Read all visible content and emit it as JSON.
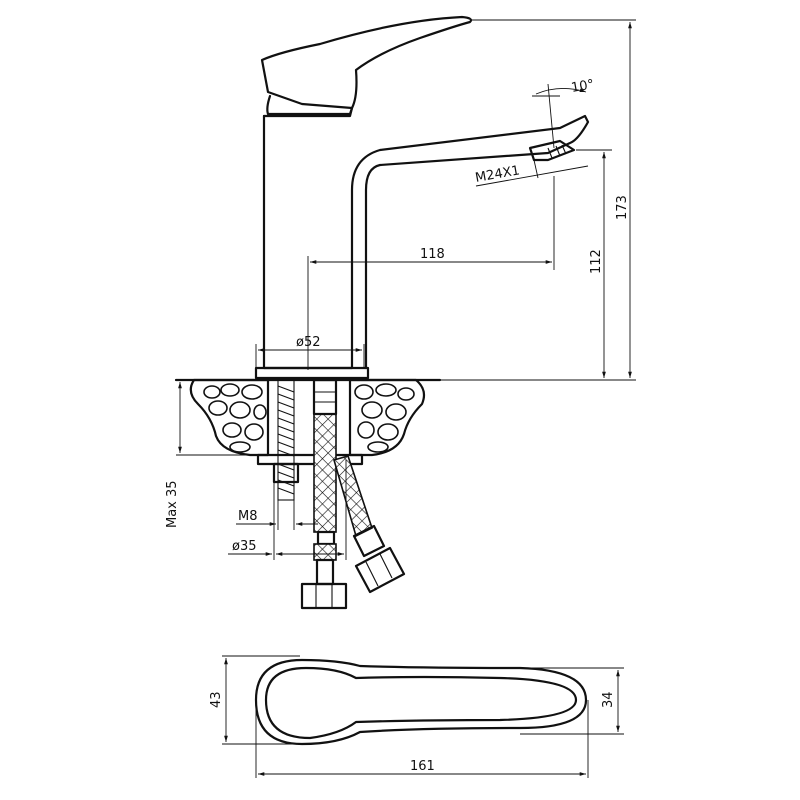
{
  "dimensions": {
    "angle": "10°",
    "thread_outlet": "M24X1",
    "spout_reach": "118",
    "spout_height": "112",
    "total_height": "173",
    "base_diameter": "ø52",
    "max_thickness": "Max 35",
    "stud_thread": "M8",
    "hole_diameter": "ø35",
    "handle_width": "43",
    "handle_inner_width": "34",
    "handle_length": "161"
  }
}
